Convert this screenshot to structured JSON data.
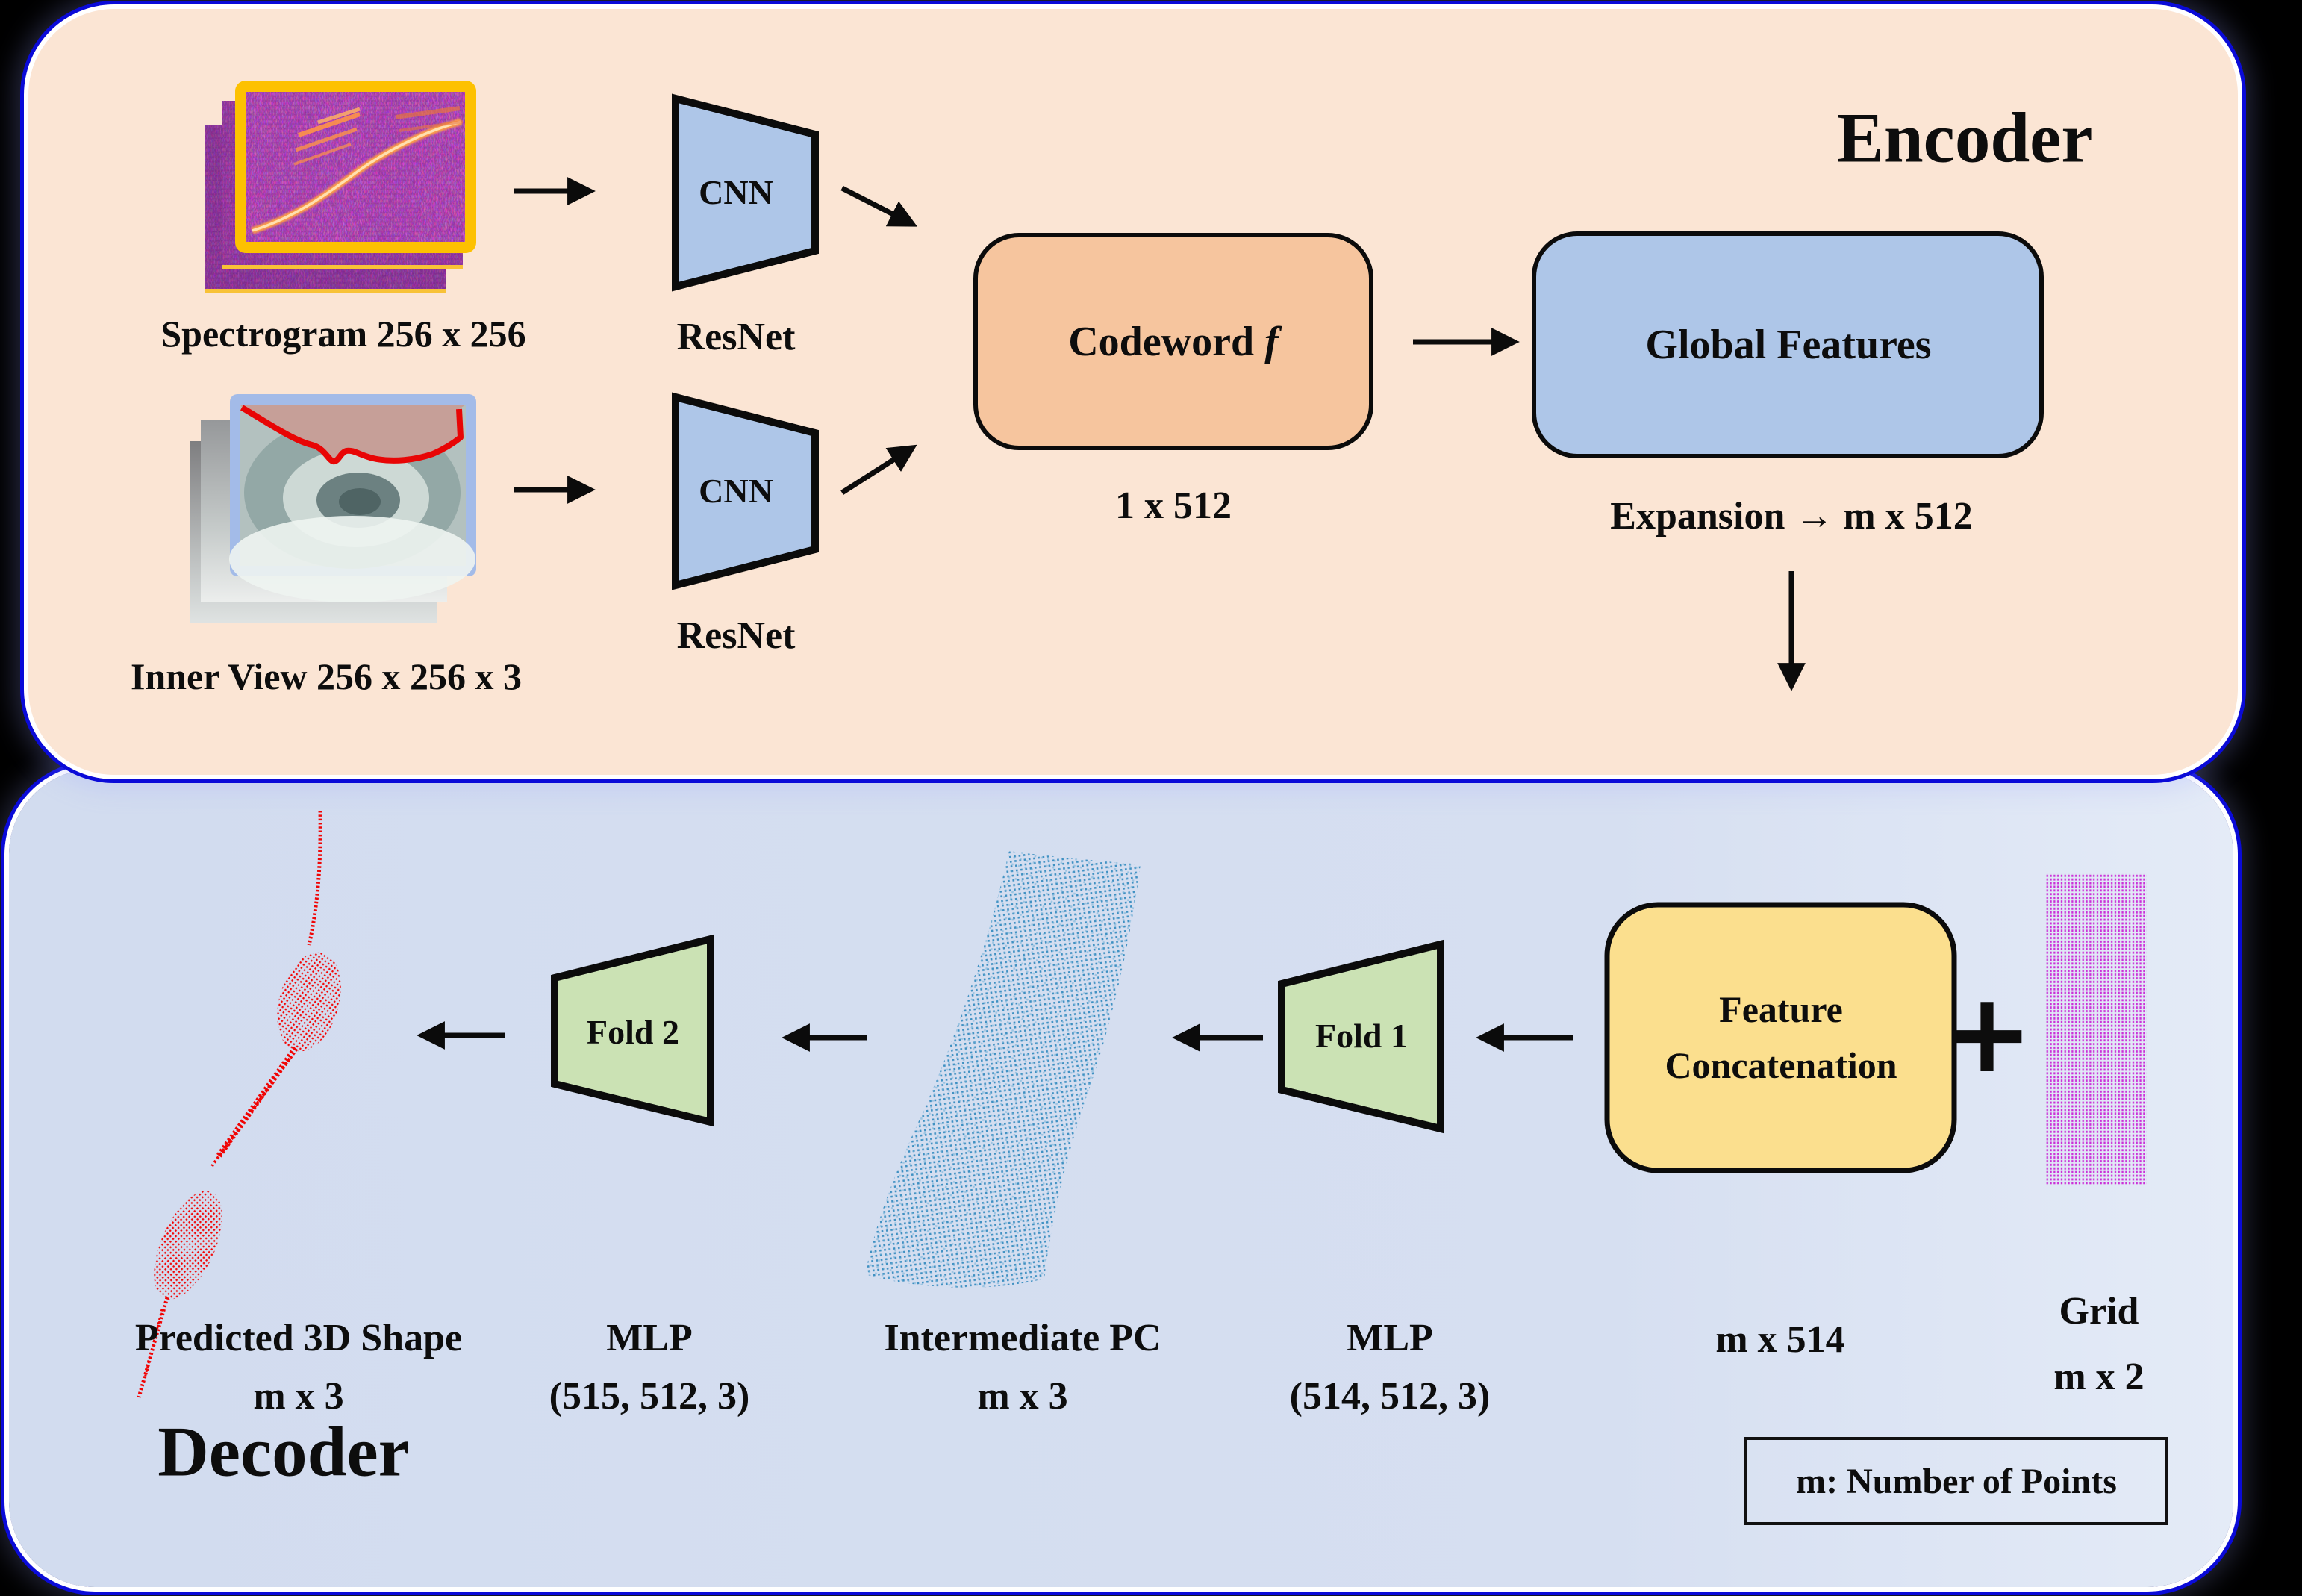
{
  "encoder": {
    "title": "Encoder",
    "spectrogram_label": "Spectrogram 256 x 256",
    "inner_view_label": "Inner View 256 x 256 x 3",
    "cnn_top": "CNN",
    "resnet_top": "ResNet",
    "cnn_bottom": "CNN",
    "resnet_bottom": "ResNet",
    "codeword": "Codeword",
    "codeword_symbol": "f",
    "codeword_dim": "1 x 512",
    "global_features": "Global Features",
    "expansion": "Expansion → m x 512"
  },
  "decoder": {
    "title": "Decoder",
    "fold2": "Fold 2",
    "fold1": "Fold 1",
    "feature_line1": "Feature",
    "feature_line2": "Concatenation",
    "plus": "+",
    "predicted_label": "Predicted 3D Shape",
    "predicted_dim": "m x 3",
    "mlp_fold2": "MLP",
    "mlp_fold2_dims": "(515, 512, 3)",
    "intermediate_label": "Intermediate PC",
    "intermediate_dim": "m x 3",
    "mlp_fold1": "MLP",
    "mlp_fold1_dims": "(514, 512, 3)",
    "concat_dim": "m x 514",
    "grid_label": "Grid",
    "grid_dim": "m x 2",
    "legend": "m: Number of Points"
  },
  "colors": {
    "encoder_bg": "#fbe5d4",
    "decoder_bg": "#d6dff1",
    "box_blue": "#aec6e8",
    "box_orange": "#f6c59e",
    "box_yellow": "#fbdf8e",
    "fold_green": "#cbe2b4",
    "grid_magenta": "#cb2fd8",
    "pointcloud_blue": "#3e90c2",
    "shape_red": "#f00404",
    "spectrogram_border": "#fdc101",
    "inner_view_border": "#a3bbe8",
    "outline_blue": "#0a0ad8"
  }
}
